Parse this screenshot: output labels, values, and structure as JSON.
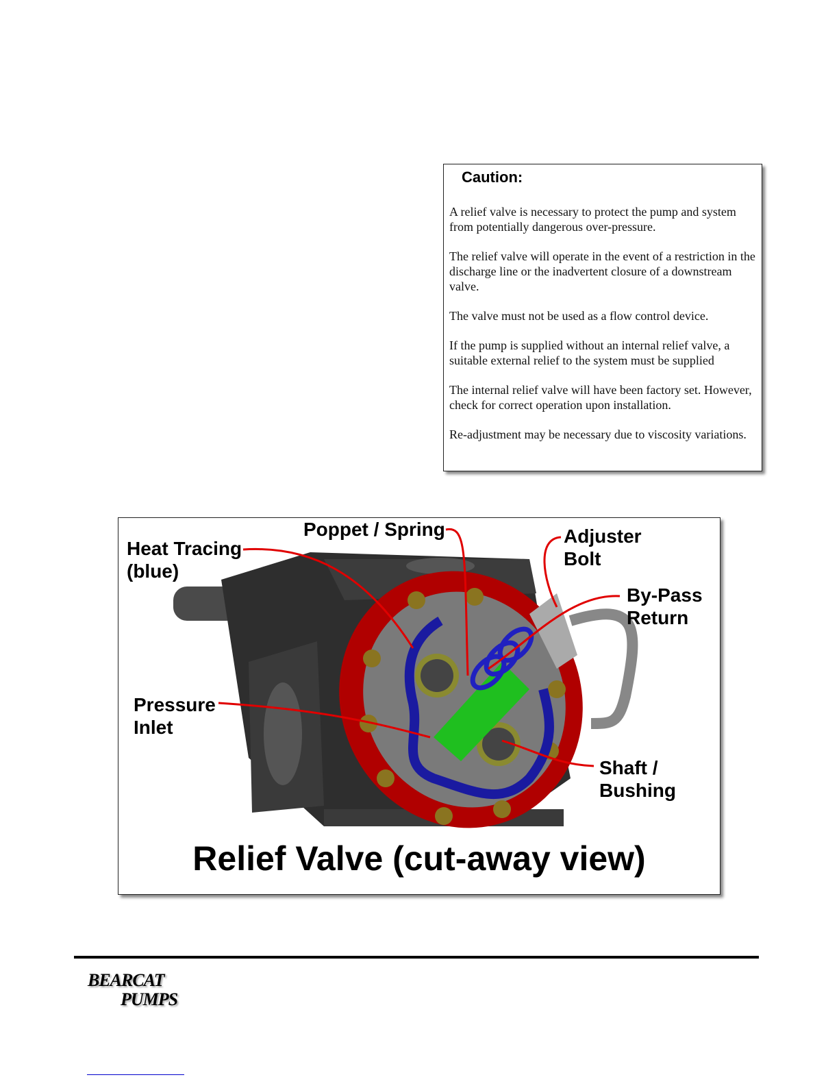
{
  "caution": {
    "title": "Caution:",
    "paragraphs": [
      "A relief valve is necessary to protect the pump and system from potentially dangerous over-pressure.",
      "The relief valve will operate in the event of a restriction in the discharge line or the inadvertent closure of a downstream valve.",
      "The valve must not be used as a flow control device.",
      "If the pump is supplied without an internal relief valve, a suitable external relief to the system must be supplied",
      "The internal relief valve will have been factory set. However, check for correct operation upon installation.",
      "Re-adjustment may be necessary due to viscosity variations."
    ]
  },
  "figure": {
    "title": "Relief Valve (cut-away view)",
    "labels": {
      "heat_tracing": "Heat Tracing\n(blue)",
      "poppet_spring": "Poppet / Spring",
      "adjuster_bolt": "Adjuster\nBolt",
      "bypass_return": "By-Pass\nReturn",
      "pressure_inlet": "Pressure\nInlet",
      "shaft_bushing": "Shaft /\nBushing"
    }
  },
  "footer": {
    "logo_line1": "BEARCAT",
    "logo_line2": "PUMPS"
  }
}
